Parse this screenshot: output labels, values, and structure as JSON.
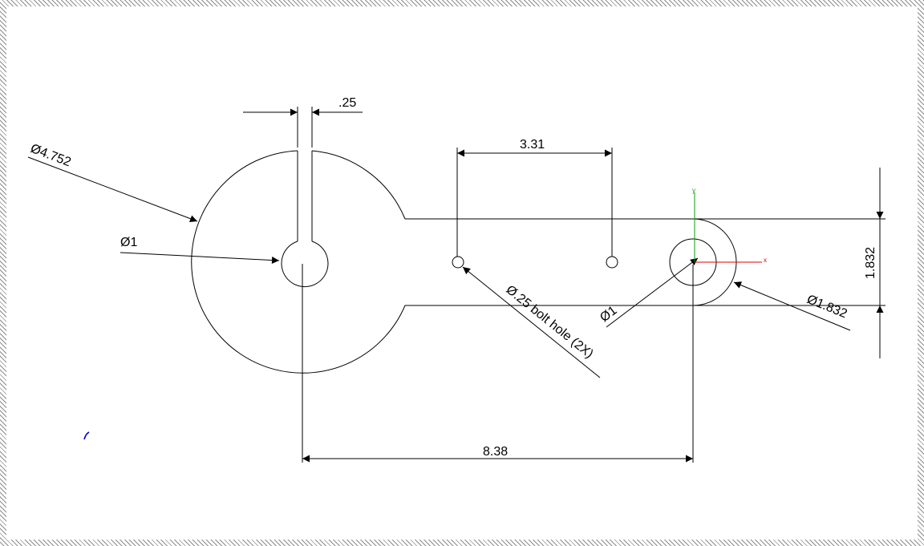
{
  "drawing": {
    "dimensions": {
      "slot_width": ".25",
      "spacing_holes": "3.31",
      "outer_diameter_large": "Ø4.752",
      "bore_diameter_large": "Ø1",
      "bolt_hole_note": "Ø.25 bolt hole (2X)",
      "bore_diameter_small": "Ø1",
      "outer_diameter_small": "Ø1.832",
      "arm_height": "1.832",
      "center_distance": "8.38"
    },
    "ucs": {
      "x_label": "x",
      "y_label": "y"
    },
    "colors": {
      "geometry": "#000000",
      "ucs_x": "#e00000",
      "ucs_y": "#00a000",
      "stray_mark": "#0000cc"
    }
  }
}
